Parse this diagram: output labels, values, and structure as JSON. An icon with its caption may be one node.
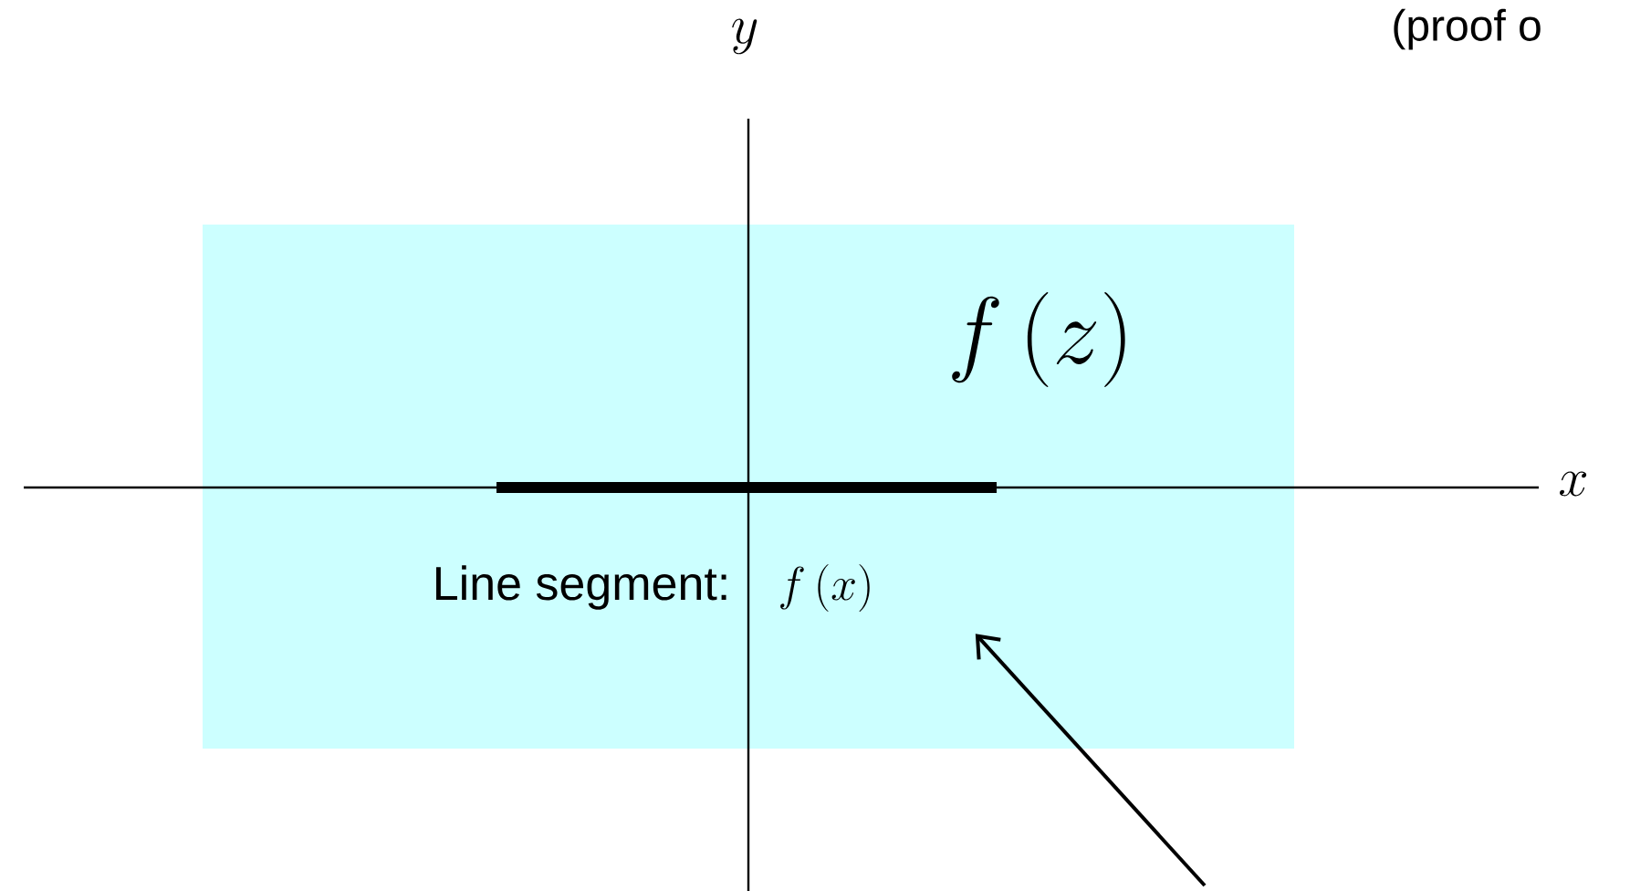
{
  "diagram": {
    "nodes": [
      {
        "text": [
          "f\\left(z\\right)"
        ]
      },
      {
        "text": [
          "Line segment:",
          "f\\left(x\\right)"
        ],
        "in": 0
      }
    ],
    "edges": [
      {
        "from": null,
        "to": 1,
        "arrow": "to"
      }
    ],
    "labels": [
      "y",
      "x",
      "(proof o"
    ]
  }
}
